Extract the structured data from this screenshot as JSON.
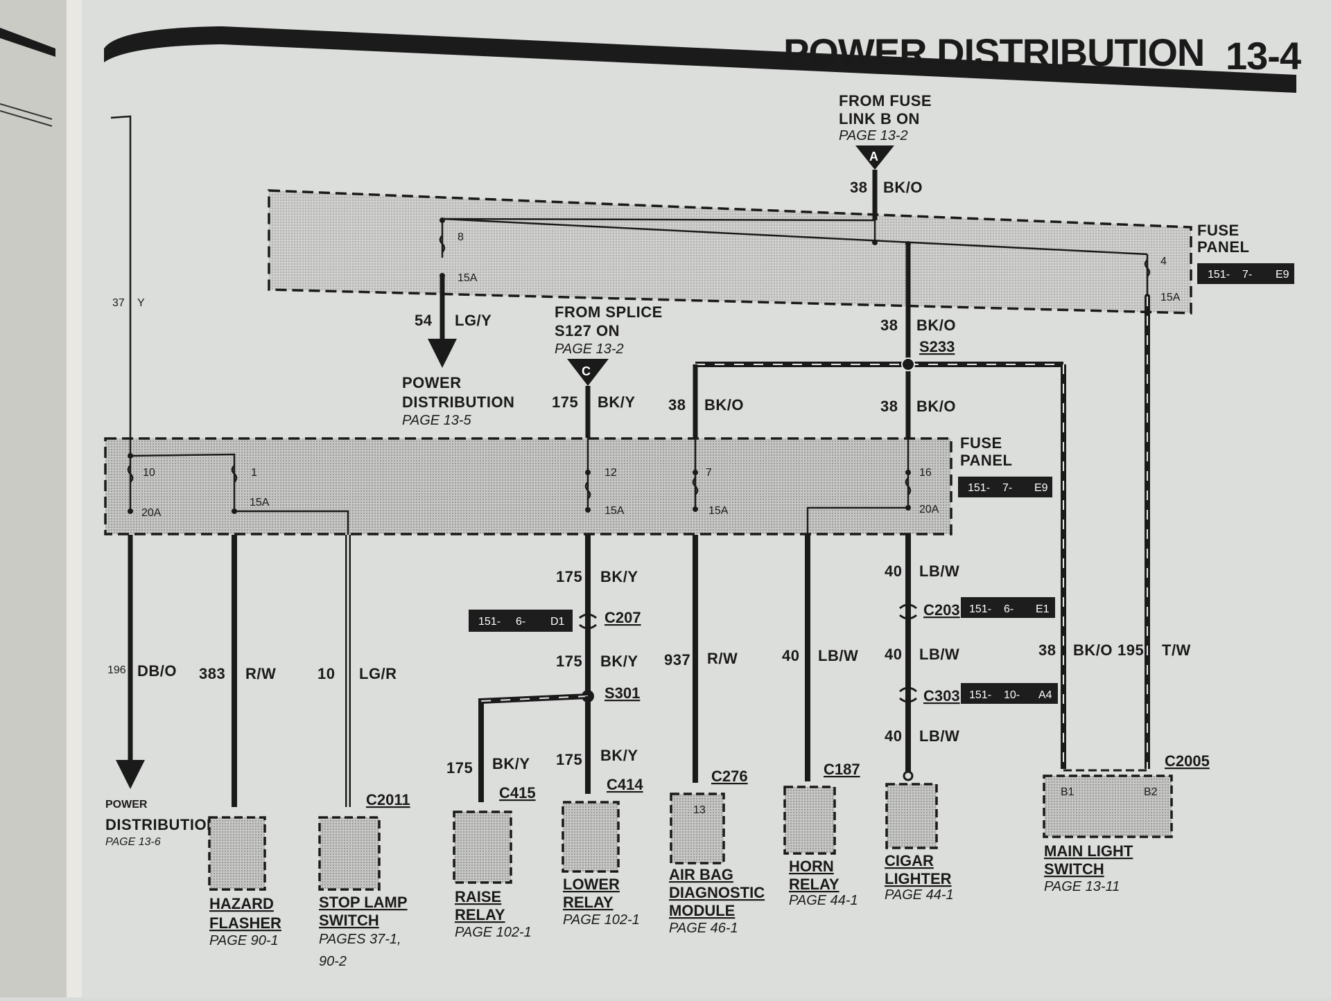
{
  "header": {
    "title": "POWER DISTRIBUTION",
    "page_number": "13-4"
  },
  "sources": {
    "fuse_link_b": {
      "lines": [
        "FROM FUSE",
        "LINK B ON"
      ],
      "page": "PAGE 13-2",
      "marker": "A"
    },
    "splice_s127": {
      "lines": [
        "FROM SPLICE",
        "S127 ON"
      ],
      "page": "PAGE 13-2",
      "marker": "C"
    }
  },
  "fuse_panels": [
    {
      "name_lines": [
        "FUSE",
        "PANEL"
      ],
      "ref": [
        "151-",
        "7-",
        "E9"
      ]
    },
    {
      "name_lines": [
        "FUSE",
        "PANEL"
      ],
      "ref": [
        "151-",
        "7-",
        "E9"
      ]
    }
  ],
  "fuses": {
    "f8": {
      "number": "8",
      "rating": "15A"
    },
    "f4": {
      "number": "4",
      "rating": "15A"
    },
    "f10": {
      "number": "10",
      "rating": "20A"
    },
    "f1": {
      "number": "1",
      "rating": "15A"
    },
    "f12": {
      "number": "12",
      "rating": "15A"
    },
    "f7": {
      "number": "7",
      "rating": "15A"
    },
    "f16": {
      "number": "16",
      "rating": "20A"
    }
  },
  "wires": {
    "w38_top": {
      "circuit": "38",
      "color": "BK/O"
    },
    "w54": {
      "circuit": "54",
      "color": "LG/Y"
    },
    "w37": {
      "circuit": "37",
      "color": "Y"
    },
    "w38_s233": {
      "circuit": "38",
      "color": "BK/O"
    },
    "w175_in": {
      "circuit": "175",
      "color": "BK/Y"
    },
    "w38_left": {
      "circuit": "38",
      "color": "BK/O"
    },
    "w38_right": {
      "circuit": "38",
      "color": "BK/O"
    },
    "w175_a": {
      "circuit": "175",
      "color": "BK/Y"
    },
    "w175_b": {
      "circuit": "175",
      "color": "BK/Y"
    },
    "w196": {
      "circuit": "196",
      "color": "DB/O"
    },
    "w383": {
      "circuit": "383",
      "color": "R/W"
    },
    "w10": {
      "circuit": "10",
      "color": "LG/R"
    },
    "w937": {
      "circuit": "937",
      "color": "R/W"
    },
    "w40_horn": {
      "circuit": "40",
      "color": "LB/W"
    },
    "w40_a": {
      "circuit": "40",
      "color": "LB/W"
    },
    "w40_b": {
      "circuit": "40",
      "color": "LB/W"
    },
    "w40_c": {
      "circuit": "40",
      "color": "LB/W"
    },
    "w38_main": {
      "circuit": "38",
      "color": "BK/O"
    },
    "w195": {
      "circuit": "195",
      "color": "T/W"
    },
    "w175_raise": {
      "circuit": "175",
      "color": "BK/Y"
    },
    "w175_lower": {
      "circuit": "175",
      "color": "BK/Y"
    }
  },
  "splices": {
    "s233": "S233",
    "s301": "S301"
  },
  "connectors": {
    "c207": {
      "name": "C207",
      "ref": [
        "151-",
        "6-",
        "D1"
      ]
    },
    "c203": {
      "name": "C203",
      "ref": [
        "151-",
        "6-",
        "E1"
      ]
    },
    "c303": {
      "name": "C303",
      "ref": [
        "151-",
        "10-",
        "A4"
      ]
    },
    "c2011": "C2011",
    "c415": "C415",
    "c414": "C414",
    "c276": "C276",
    "c187": "C187",
    "c2005": "C2005"
  },
  "components": {
    "power_dist_55": {
      "lines": [
        "POWER",
        "DISTRIBUTION"
      ],
      "page": "PAGE 13-5"
    },
    "power_dist_56": {
      "lines": [
        "POWER",
        "DISTRIBUTION"
      ],
      "page": "PAGE 13-6"
    },
    "hazard": {
      "lines": [
        "HAZARD",
        "FLASHER"
      ],
      "page": "PAGE 90-1"
    },
    "stop_lamp": {
      "lines": [
        "STOP LAMP",
        "SWITCH"
      ],
      "page": [
        "PAGES 37-1,",
        "90-2"
      ]
    },
    "raise": {
      "lines": [
        "RAISE",
        "RELAY"
      ],
      "page": "PAGE 102-1"
    },
    "lower": {
      "lines": [
        "LOWER",
        "RELAY"
      ],
      "page": "PAGE 102-1"
    },
    "airbag": {
      "lines": [
        "AIR BAG",
        "DIAGNOSTIC",
        "MODULE"
      ],
      "page": "PAGE 46-1",
      "pin": "13"
    },
    "horn": {
      "lines": [
        "HORN",
        "RELAY"
      ],
      "page": "PAGE 44-1"
    },
    "cigar": {
      "lines": [
        "CIGAR",
        "LIGHTER"
      ],
      "page": "PAGE 44-1"
    },
    "main_light": {
      "lines": [
        "MAIN LIGHT",
        "SWITCH"
      ],
      "page": "PAGE 13-11",
      "pins": [
        "B1",
        "B2"
      ]
    }
  }
}
